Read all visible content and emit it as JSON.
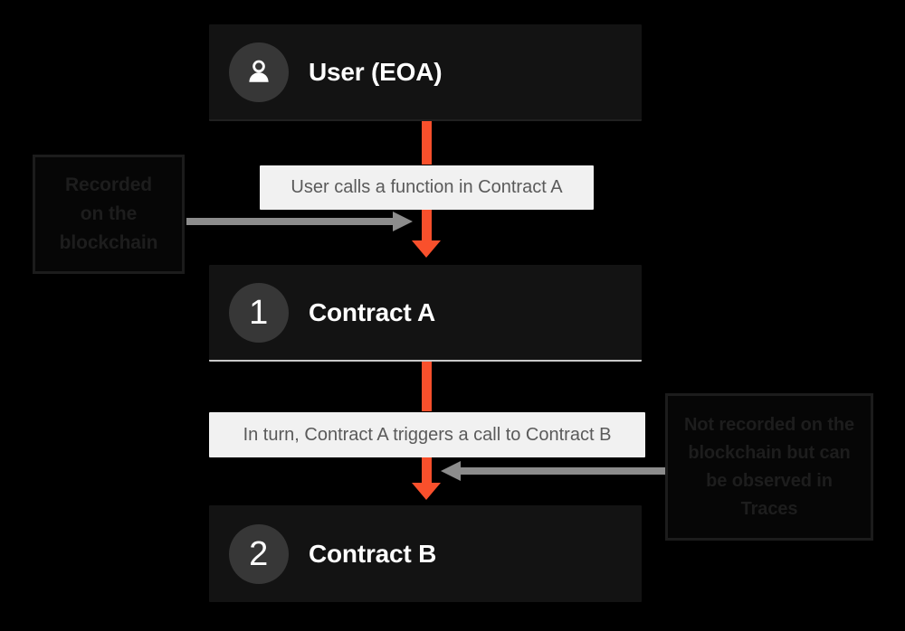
{
  "diagram": {
    "background_color": "#000000",
    "accent_color": "#f9502c",
    "nodes": [
      {
        "id": "user",
        "badge_type": "person-icon",
        "badge_text": "",
        "label": "User (EOA)"
      },
      {
        "id": "contract-a",
        "badge_type": "number",
        "badge_text": "1",
        "label": "Contract A"
      },
      {
        "id": "contract-b",
        "badge_type": "number",
        "badge_text": "2",
        "label": "Contract B"
      }
    ],
    "captions": [
      {
        "id": "caption-user-to-a",
        "text": "User calls a function in Contract A"
      },
      {
        "id": "caption-a-to-b",
        "text": "In turn, Contract A triggers a call to Contract B"
      }
    ],
    "annotations": [
      {
        "id": "annotation-left",
        "lines": [
          "Recorded",
          "on the",
          "blockchain"
        ],
        "text": "Recorded on the blockchain",
        "points_to": "caption-user-to-a"
      },
      {
        "id": "annotation-right",
        "lines": [
          "Not recorded on the",
          "blockchain but can",
          "be observed in",
          "Traces"
        ],
        "text": "Not recorded on the blockchain but can be observed in Traces",
        "points_to": "caption-a-to-b"
      }
    ]
  }
}
